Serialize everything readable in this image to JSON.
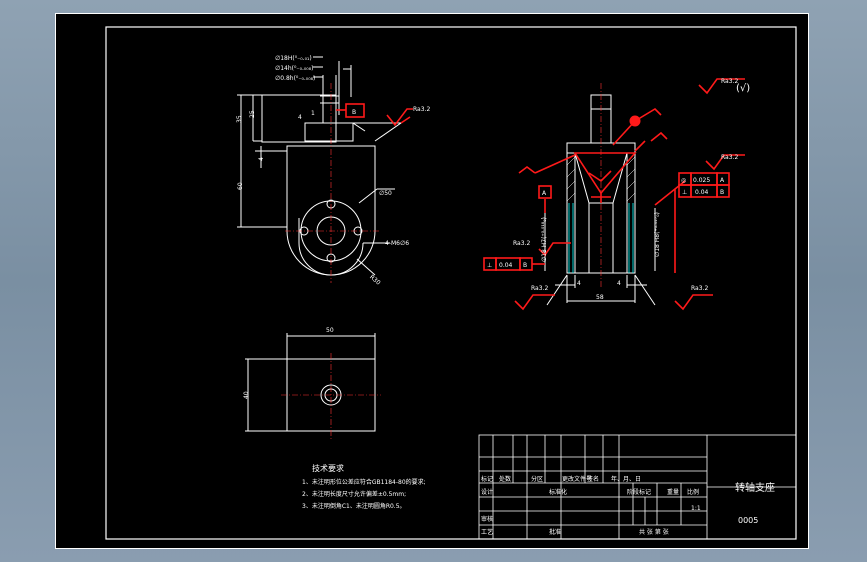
{
  "drawing": {
    "title": "转轴支座",
    "drawing_number": "0005",
    "scale": "1:1",
    "tech_requirements": {
      "heading": "技术要求",
      "items": [
        "1、未注明形位公差应符合GB1184-80的要求;",
        "2、未注明长度尺寸允许偏差±0.5mm;",
        "3、未注明倒角C1、未注明圆角R0.5。"
      ]
    },
    "title_block": {
      "row_labels": [
        "标记",
        "处数",
        "分区",
        "更改文件号",
        "签名",
        "年、月、日"
      ],
      "design": "设计",
      "standardize": "标准化",
      "stage_mark": "阶段标记",
      "weight": "重量",
      "scale_label": "比例",
      "review": "审核",
      "process": "工艺",
      "approve": "批准",
      "sheets": "共  张  第  张"
    },
    "left_view": {
      "fit_labels": [
        "∅18H(⁰₋₀.₀₁)",
        "∅14h(⁰₋₀.₀₀₈)",
        "∅0.8h(⁰₋₀.₀₀₈)"
      ],
      "datum_b": "B",
      "roughness": "Ra3.2",
      "dim_left_top": "35",
      "dim_left_mid": "25",
      "dim_small": "4",
      "dim_left_body": "60",
      "dim_circle": "∅50",
      "dim_holes": "4-M6∅6",
      "dim_r": "R30",
      "dim_top_small": "4",
      "dim_mid_small": "1"
    },
    "right_view": {
      "roughness_top": "Ra3.2",
      "roughness_symbol": "(√)",
      "datum_a": "A",
      "roughness_left": "Ra3.2",
      "tol_left_symbol": "⊥",
      "tol_left_value": "0.04",
      "tol_left_datum": "B",
      "roughness_right": "Ra3.2",
      "tol_right_row1_symbol": "◎",
      "tol_right_row1_value": "0.025",
      "tol_right_row1_datum": "A",
      "tol_right_row2_symbol": "⊥",
      "tol_right_row2_value": "0.04",
      "tol_right_row2_datum": "B",
      "dim_bore_left": "∅18 H7(⁺⁰·⁰¹⁸₀)",
      "dim_bore_right": "∅18 H8(⁺⁰·⁰²⁷₀)",
      "dim_bottom_l": "4",
      "dim_bottom_r": "4",
      "dim_bottom_total": "58",
      "roughness_bottom_l": "Ra3.2",
      "roughness_bottom_r": "Ra3.2"
    },
    "bottom_view": {
      "dim_width": "50",
      "dim_height": "40"
    }
  }
}
